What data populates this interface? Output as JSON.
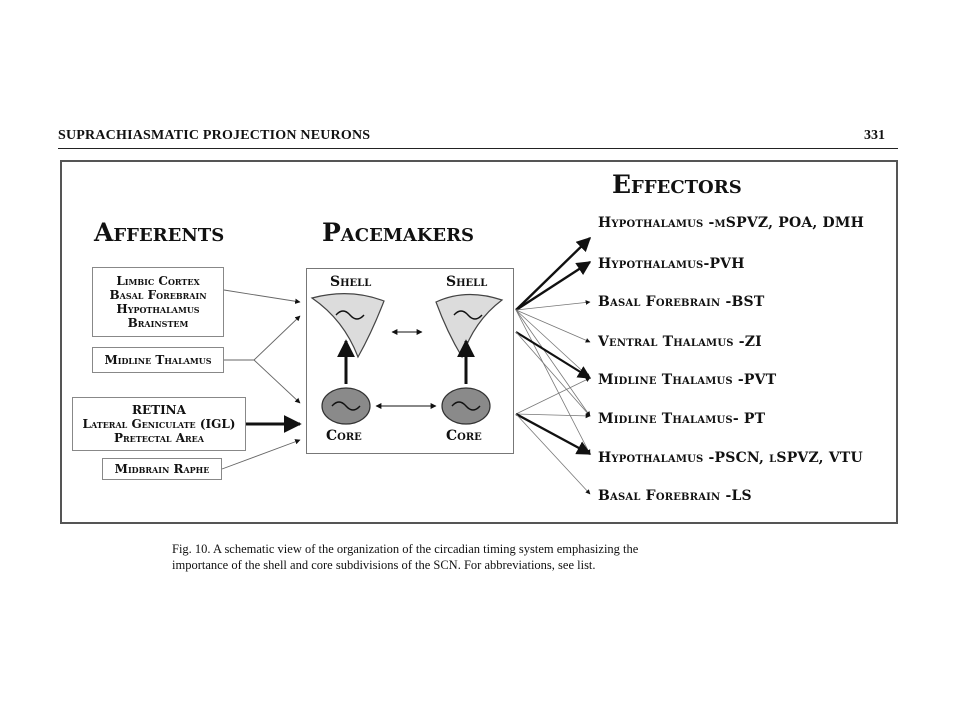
{
  "header": {
    "running_title": "SUPRACHIASMATIC PROJECTION NEURONS",
    "page_number": "331"
  },
  "figure": {
    "titles": {
      "afferents": "Afferents",
      "pacemakers": "Pacemakers",
      "effectors": "Effectors"
    },
    "afferent_boxes": [
      {
        "lines": [
          "Limbic Cortex",
          "Basal Forebrain",
          "Hypothalamus",
          "Brainstem"
        ]
      },
      {
        "lines": [
          "Midline Thalamus"
        ]
      },
      {
        "lines": [
          "RETINA",
          "Lateral Geniculate (IGL)",
          "Pretectal Area"
        ]
      },
      {
        "lines": [
          "Midbrain Raphe"
        ]
      }
    ],
    "pacemaker_labels": {
      "shell_left": "Shell",
      "shell_right": "Shell",
      "core_left": "Core",
      "core_right": "Core"
    },
    "effectors": [
      "Hypothalamus -mSPVZ, POA, DMH",
      "Hypothalamus-PVH",
      "Basal Forebrain -BST",
      "Ventral Thalamus -ZI",
      "Midline Thalamus -PVT",
      "Midline Thalamus- PT",
      "Hypothalamus -PSCN, lSPVZ, VTU",
      "Basal Forebrain -LS"
    ],
    "caption_lines": [
      "Fig. 10.   A schematic view of the organization of the circadian timing system emphasizing the",
      "importance of the shell and core subdivisions of the SCN. For abbreviations, see list."
    ]
  }
}
